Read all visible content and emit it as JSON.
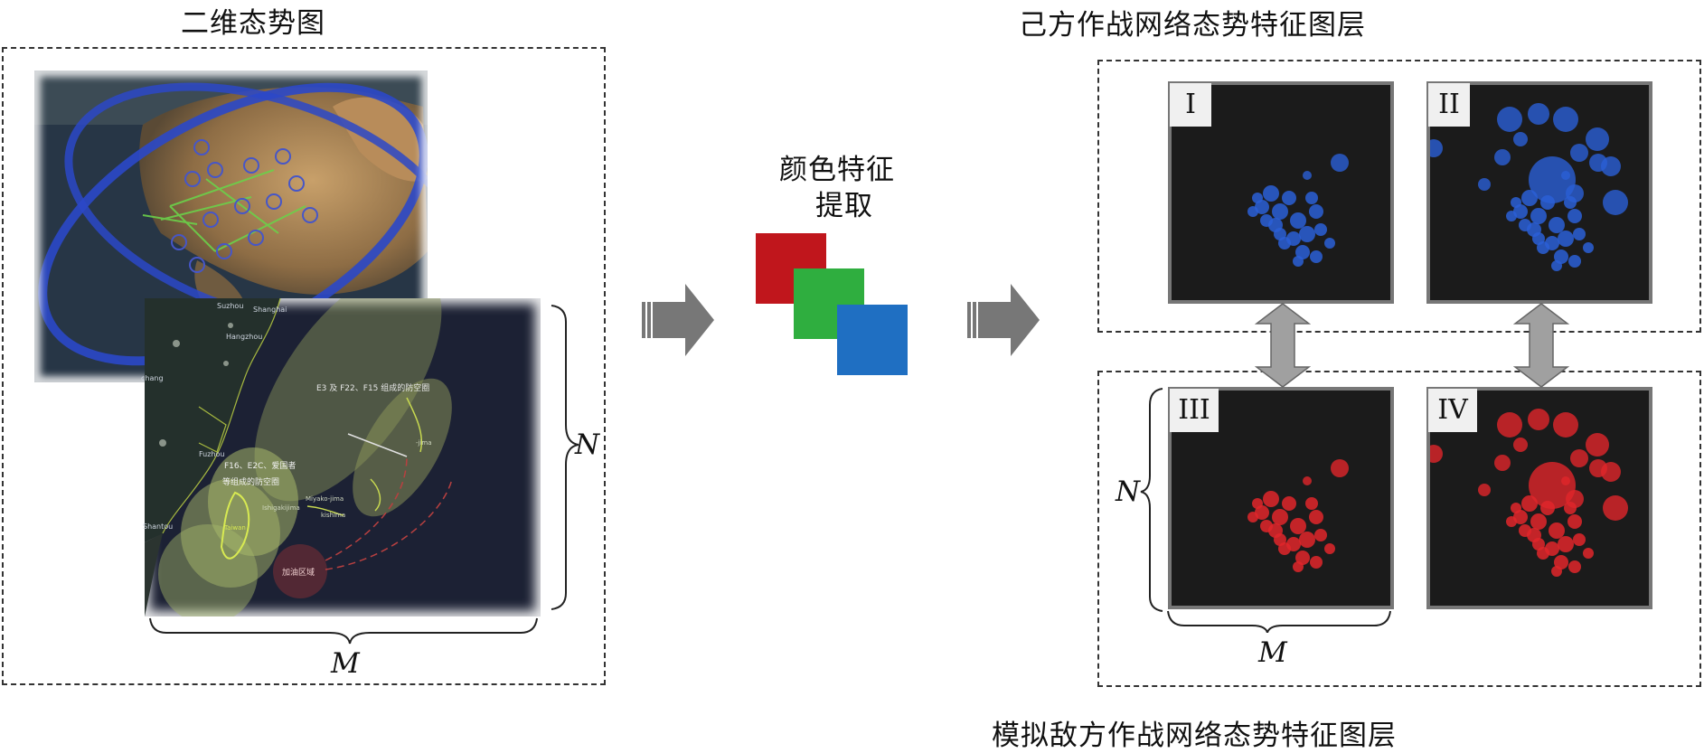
{
  "left_panel": {
    "title": "二维态势图",
    "dim_m": "M",
    "dim_n": "N",
    "map_labels": {
      "suzhou": "Suzhou",
      "shanghai": "Shanghai",
      "hangzhou": "Hangzhou",
      "fuzhou": "Fuzhou",
      "shantou": "Shantou",
      "chang": "chang",
      "jima": "-jima",
      "e3_zone": "E3 及 F22、F15 组成的防空圈",
      "f16_zone_line1": "F16、E2C、爱国者",
      "f16_zone_line2": "等组成的防空圈",
      "refuel_zone": "加油区域",
      "miyakojima": "Miyako-jima",
      "ishigakijima": "Ishigakijima",
      "taiwan": "Taiwan",
      "kishima": "kishima"
    }
  },
  "middle": {
    "extraction_line1": "颜色特征",
    "extraction_line2": "提取",
    "colors": {
      "red": "#c0161c",
      "green": "#2fae3f",
      "blue": "#1f6fc2"
    }
  },
  "right_panel": {
    "friendly_title": "己方作战网络态势特征图层",
    "enemy_title": "模拟敌方作战网络态势特征图层",
    "layers": [
      {
        "roman": "I",
        "color": "#2a5fd6"
      },
      {
        "roman": "II",
        "color": "#2a5fd6"
      },
      {
        "roman": "III",
        "color": "#e0262a"
      },
      {
        "roman": "IV",
        "color": "#e0262a"
      }
    ],
    "dim_m": "M",
    "dim_n": "N"
  }
}
